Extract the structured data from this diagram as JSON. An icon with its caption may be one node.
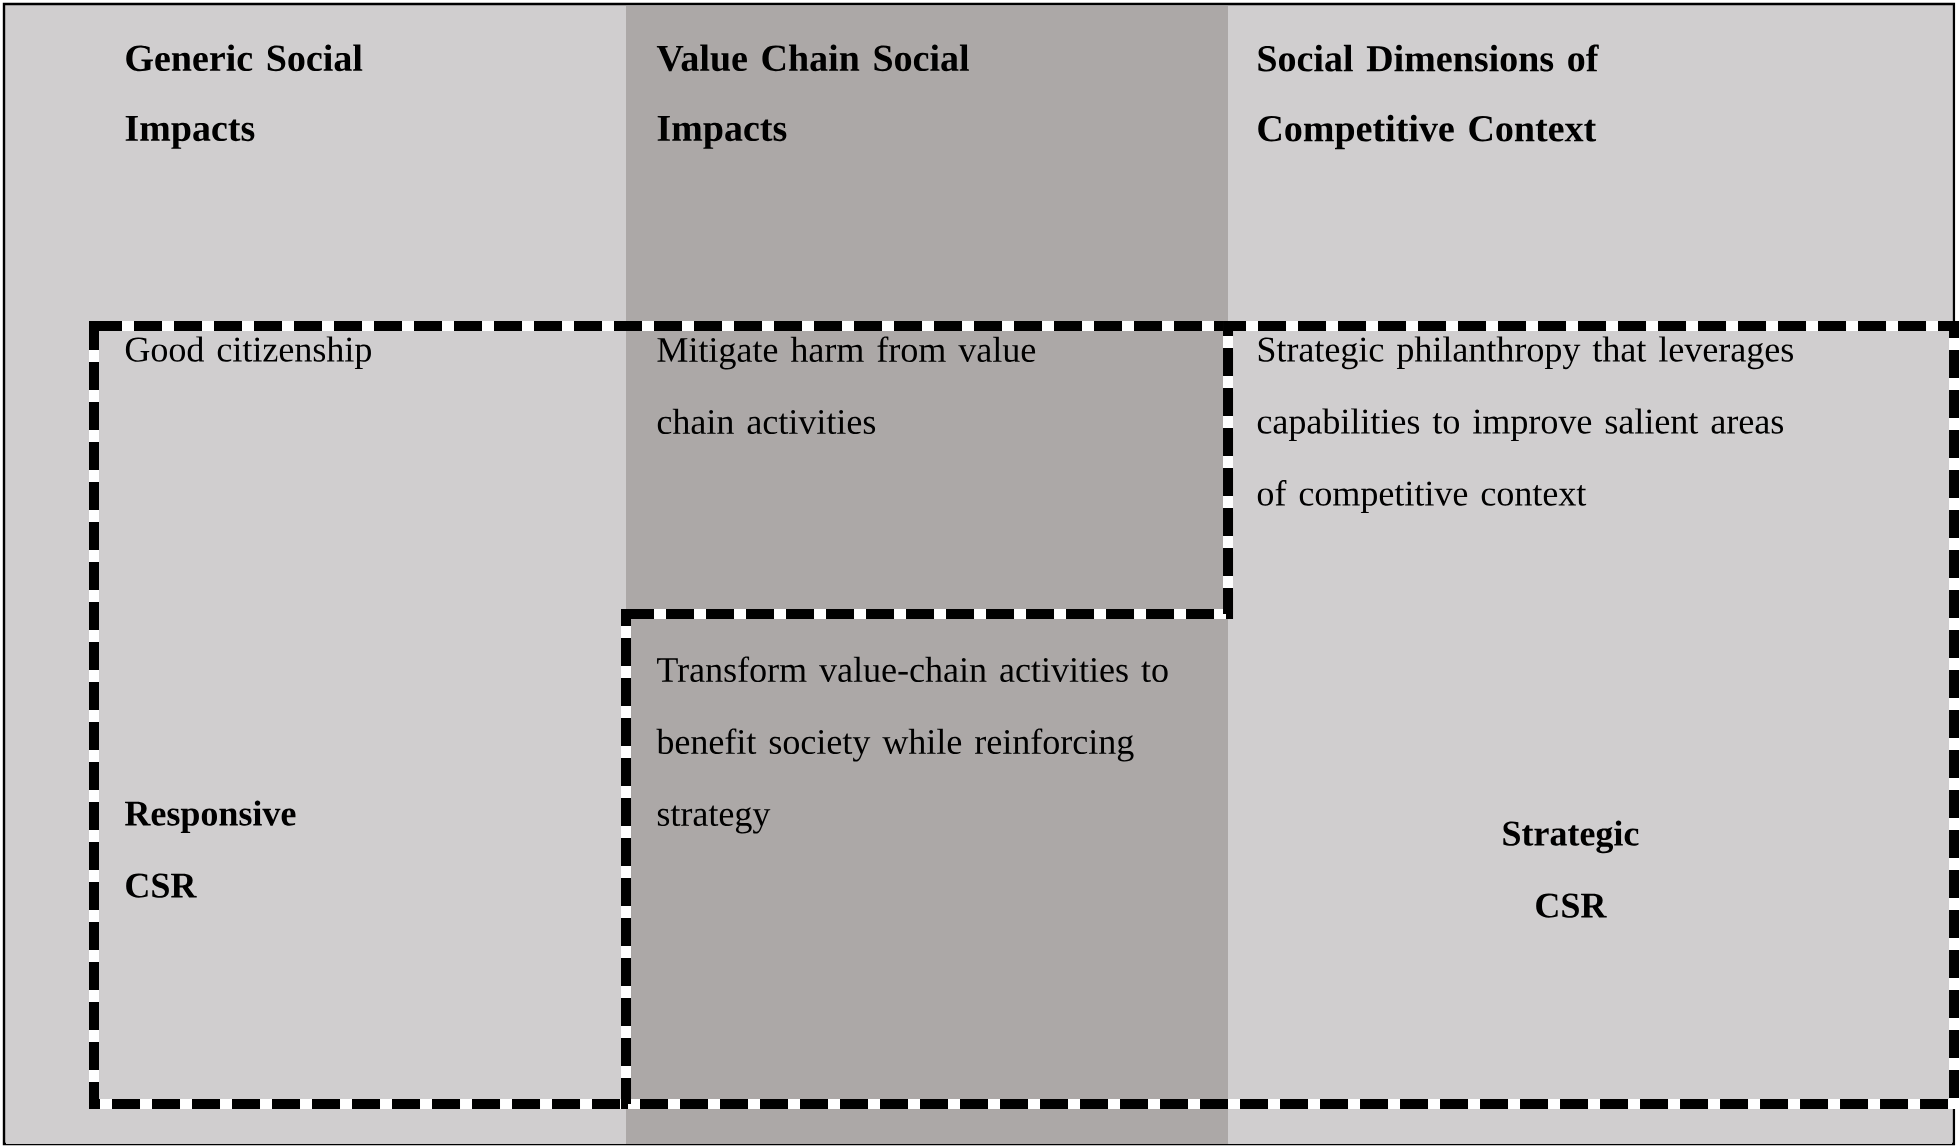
{
  "diagram": {
    "nodes": [
      {
        "text": [
          "Good citizenship",
          "Mitigate harm from value chain activities",
          "Responsive CSR"
        ]
      },
      {
        "text": [
          "Transform value-chain activities to benefit society while reinforcing strategy",
          "Strategic philanthropy that leverages capabilities to improve salient areas of competitive context",
          "Strategic CSR"
        ]
      }
    ],
    "labels": [
      "Generic Social Impacts",
      "Value Chain Social Impacts",
      "Social Dimensions of Competitive Context"
    ]
  }
}
